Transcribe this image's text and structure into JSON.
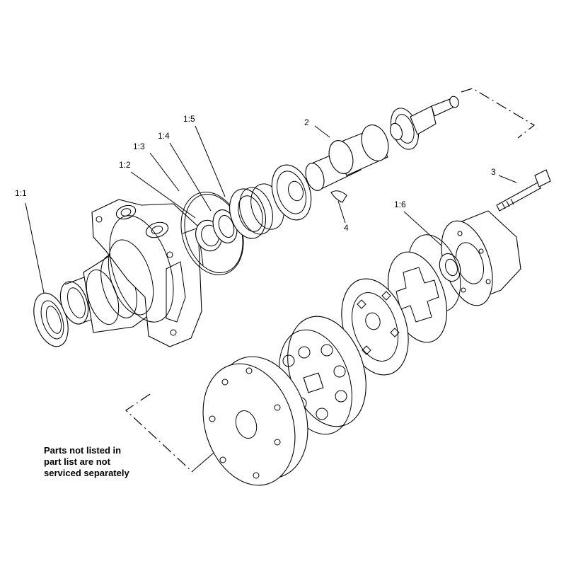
{
  "callouts": {
    "c1_1": "1:1",
    "c1_2": "1:2",
    "c1_3": "1:3",
    "c1_4": "1:4",
    "c1_5": "1:5",
    "c1_6": "1:6",
    "c2": "2",
    "c3": "3",
    "c4": "4"
  },
  "note": {
    "line1": "Parts not listed in",
    "line2": "part list are not",
    "line3": "serviced separately"
  },
  "colors": {
    "ink": "#000000",
    "paper": "#ffffff"
  }
}
